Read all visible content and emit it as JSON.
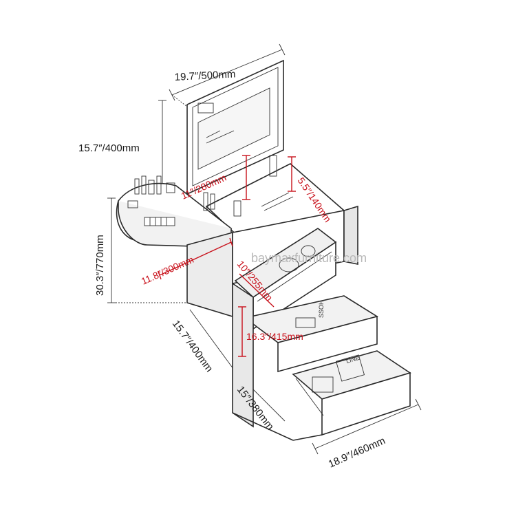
{
  "dimensions": {
    "top_width": "19.7″/500mm",
    "mirror_height": "15.7″/400mm",
    "total_height": "30.3″/770mm",
    "bottom_depth": "15.7″/400mm",
    "bottom_width": "15″/380mm",
    "drawer_front_width": "18.9″/460mm"
  },
  "inner_dimensions": {
    "compartment_height": "11″/280mm",
    "compartment_depth": "5.5″/140mm",
    "table_width": "11.8″/300mm",
    "drawer_depth": "10″/255mm",
    "drawer_width": "16.3″/415mm"
  },
  "watermark": "baymaxfurniture.com",
  "product_labels": {
    "magazine": "LINE",
    "box": "SSOH"
  },
  "colors": {
    "outline": "#2a2a2a",
    "inner_dimension": "#c8101a",
    "watermark": "#b9b9b9"
  }
}
